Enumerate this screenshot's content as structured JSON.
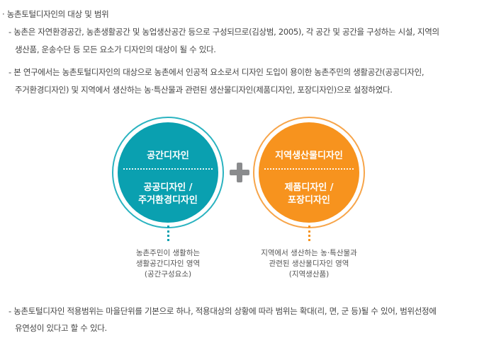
{
  "heading": "· 농촌토털디자인의 대상 및 범위",
  "para1": [
    "- 농촌은 자연환경공간, 농촌생활공간 및 농업생산공간 등으로 구성되므로(김상범, 2005), 각 공간 및 공간을 구성하는 시설, 지역의",
    "생산품, 운송수단 등 모든 요소가 디자인의 대상이 될 수 있다."
  ],
  "para2": [
    "- 본 연구에서는 농촌토털디자인의 대상으로 농촌에서 인공적 요소로서 디자인 도입이 용이한 농촌주민의 생활공간(공공디자인,",
    "주거환경디자인) 및 지역에서 생산하는 농·특산물과 관련된 생산물디자인(제품디자인, 포장디자인)으로 설정하였다."
  ],
  "diagram": {
    "left": {
      "title": "공간디자인",
      "sub1": "공공디자인 /",
      "sub2": "주거환경디자인",
      "caption": [
        "농촌주민이 생활하는",
        "생활공간디자인 영역",
        "(공간구성요소)"
      ],
      "color": "#0aa0b0"
    },
    "right": {
      "title": "지역생산물디자인",
      "sub1": "제품디자인 /",
      "sub2": "포장디자인",
      "caption": [
        "지역에서 생산하는 농·특산물과",
        "관련된 생산물디자인 영역",
        "(지역생산품)"
      ],
      "color": "#f7931e"
    },
    "plus_icon": "plus-icon"
  },
  "para3": [
    "- 농촌토털디자인 적용범위는 마을단위를 기본으로 하나, 적용대상의 상황에 따라 범위는 확대(리, 면, 군 등)될 수 있어, 범위선정에",
    "유연성이 있다고 할 수 있다."
  ]
}
